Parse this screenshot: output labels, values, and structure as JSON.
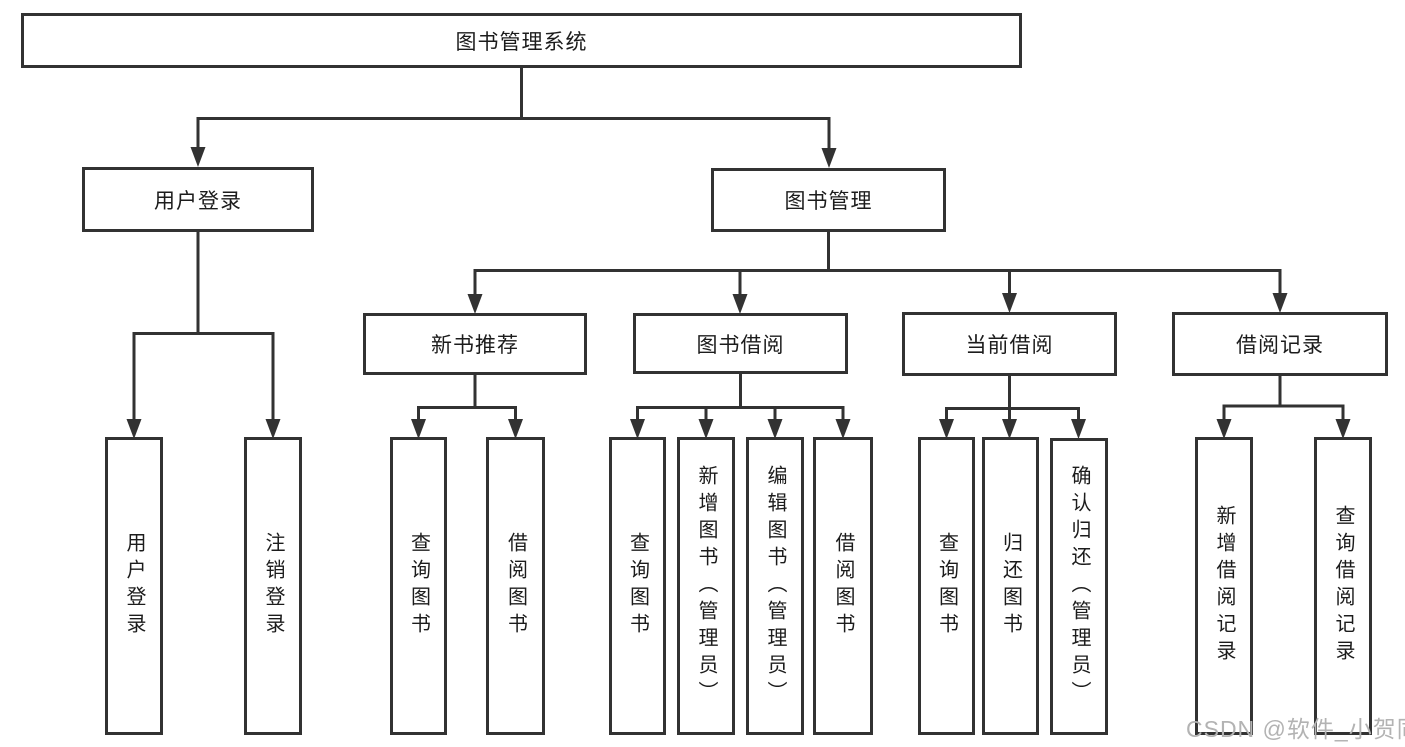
{
  "tree": {
    "root": {
      "label": "图书管理系统"
    },
    "children": [
      {
        "label": "用户登录",
        "children": [
          {
            "label": "用户登录"
          },
          {
            "label": "注销登录"
          }
        ]
      },
      {
        "label": "图书管理",
        "children": [
          {
            "label": "新书推荐",
            "children": [
              {
                "label": "查询图书"
              },
              {
                "label": "借阅图书"
              }
            ]
          },
          {
            "label": "图书借阅",
            "children": [
              {
                "label": "查询图书"
              },
              {
                "label": "新增图书（管理员）"
              },
              {
                "label": "编辑图书（管理员）"
              },
              {
                "label": "借阅图书"
              }
            ]
          },
          {
            "label": "当前借阅",
            "children": [
              {
                "label": "查询图书"
              },
              {
                "label": "归还图书"
              },
              {
                "label": "确认归还（管理员）"
              }
            ]
          },
          {
            "label": "借阅记录",
            "children": [
              {
                "label": "新增借阅记录"
              },
              {
                "label": "查询借阅记录"
              }
            ]
          }
        ]
      }
    ]
  },
  "watermark": {
    "text": "CSDN @软件_小贺同学"
  },
  "colors": {
    "line": "#323232",
    "box_border": "#323232",
    "text": "#1c1c1c",
    "background": "#ffffff",
    "watermark": "#b3b3b3"
  }
}
